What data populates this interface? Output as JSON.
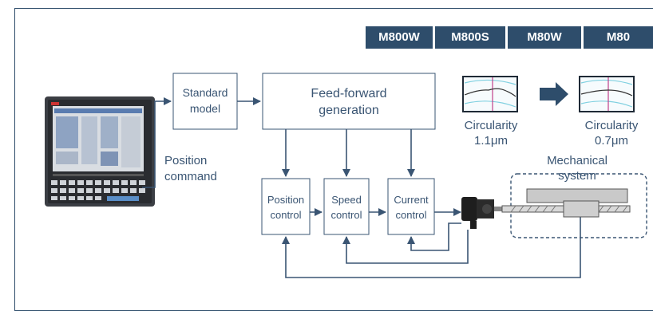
{
  "model_tabs": [
    "M800W",
    "M800S",
    "M80W",
    "M80"
  ],
  "blocks": {
    "standard_model": [
      "Standard",
      "model"
    ],
    "feed_forward": [
      "Feed-forward",
      "generation"
    ],
    "position_control": [
      "Position",
      "control"
    ],
    "speed_control": [
      "Speed",
      "control"
    ],
    "current_control": [
      "Current",
      "control"
    ]
  },
  "labels": {
    "position_command": [
      "Position",
      "command"
    ],
    "mechanical_system": [
      "Mechanical",
      "system"
    ],
    "circularity_before": [
      "Circularity",
      "1.1μm"
    ],
    "circularity_after": [
      "Circularity",
      "0.7μm"
    ]
  },
  "colors": {
    "navy": "#2e4d6b",
    "line": "#3a5573",
    "graph_pink": "#c0408a",
    "graph_cyan": "#7fd0e0"
  },
  "icons": [
    "cnc-control-panel-icon",
    "servo-motor-icon",
    "ball-screw-stage-icon",
    "arrow-right-icon"
  ]
}
